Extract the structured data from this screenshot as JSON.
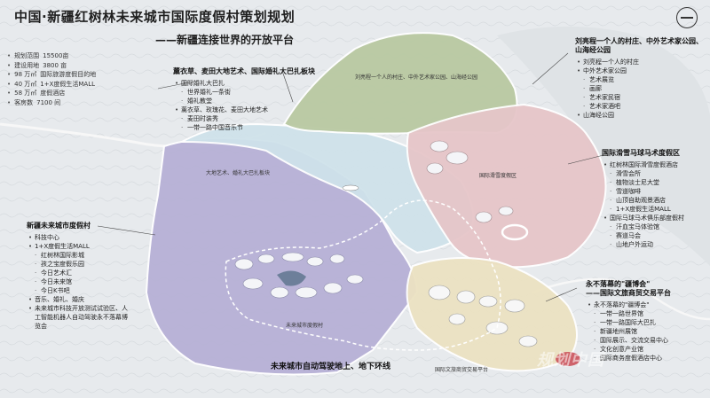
{
  "header": {
    "title": "中国·新疆红树林未来城市国际度假村策划规划",
    "subtitle": "——新疆连接世界的开放平台"
  },
  "stats": [
    {
      "value": "15500亩",
      "label": "规划范围"
    },
    {
      "value": "3800 亩",
      "label": "建设用地"
    },
    {
      "value": "98 万㎡",
      "label": "国际旅游度假目的地"
    },
    {
      "value": "40 万㎡",
      "label": "1+X度假生活MALL"
    },
    {
      "value": "58 万㎡",
      "label": "度假酒店"
    },
    {
      "value": "7100 间",
      "label": "客房数"
    }
  ],
  "blocks": {
    "lavender": {
      "title": "薰衣草、麦田大地艺术、国际婚礼大巴扎板块",
      "items": [
        {
          "text": "国际婚礼大巴扎",
          "sub": false
        },
        {
          "text": "世界婚礼一条街",
          "sub": true
        },
        {
          "text": "婚礼教堂",
          "sub": true
        },
        {
          "text": "薰衣草、玫瑰花、麦田大地艺术",
          "sub": false
        },
        {
          "text": "麦田时装秀",
          "sub": true
        },
        {
          "text": "一带一路中国音乐节",
          "sub": true
        }
      ]
    },
    "liu": {
      "title1": "刘亮程一个人的村庄、中外艺术家公园、",
      "title2": "山海经公园",
      "items": [
        {
          "text": "刘亮程一个人的村庄",
          "sub": false
        },
        {
          "text": "中外艺术家公园",
          "sub": false
        },
        {
          "text": "艺术展览",
          "sub": true
        },
        {
          "text": "画廊",
          "sub": true
        },
        {
          "text": "艺术家民宿",
          "sub": true
        },
        {
          "text": "艺术家酒吧",
          "sub": true
        },
        {
          "text": "山海经公园",
          "sub": false
        }
      ]
    },
    "ski": {
      "title": "国际滑雪马球马术度假区",
      "items": [
        {
          "text": "红树林国际滑雪度假酒店",
          "sub": false
        },
        {
          "text": "滑雪会所",
          "sub": true
        },
        {
          "text": "植物淡士尼大堂",
          "sub": true
        },
        {
          "text": "雪道咖啡",
          "sub": true
        },
        {
          "text": "山顶自助观景酒店",
          "sub": true
        },
        {
          "text": "1+X度假生活MALL",
          "sub": true
        },
        {
          "text": "国际马球马术俱乐部度假村",
          "sub": false
        },
        {
          "text": "汗血宝马体验馆",
          "sub": true
        },
        {
          "text": "赛道马会",
          "sub": true
        },
        {
          "text": "山地户外运动",
          "sub": true
        }
      ]
    },
    "future": {
      "title": "新疆未来城市度假村",
      "items": [
        {
          "text": "科技中心",
          "sub": false
        },
        {
          "text": "1+X度假生活MALL",
          "sub": false
        },
        {
          "text": "红树林国际影城",
          "sub": true
        },
        {
          "text": "孩之宝度假乐园",
          "sub": true
        },
        {
          "text": "今日艺术汇",
          "sub": true
        },
        {
          "text": "今日未来馆",
          "sub": true
        },
        {
          "text": "今日K书吧",
          "sub": true
        },
        {
          "text": "音乐、婚礼、婚庆",
          "sub": false
        },
        {
          "text": "未来城市科技开放测试试验区、人工智能机器人自动驾驶永不落幕博览会",
          "sub": false
        }
      ]
    },
    "fair": {
      "title1": "永不落幕的\"疆博会\"",
      "title2": "——国际文旅商贸交易平台",
      "items": [
        {
          "text": "永不落幕的\"疆博会\"",
          "sub": false
        },
        {
          "text": "一带一路世界馆",
          "sub": true
        },
        {
          "text": "一带一路国际大巴扎",
          "sub": true
        },
        {
          "text": "新疆地州展馆",
          "sub": true
        },
        {
          "text": "国际展示、交流交易中心",
          "sub": true
        },
        {
          "text": "文化创意产业馆",
          "sub": true
        },
        {
          "text": "国际商务度假酒店中心",
          "sub": true
        }
      ]
    }
  },
  "zones": {
    "green": "刘亮程一个人的村庄、中外艺术家公园、山海经公园",
    "blue": "大地艺术、婚礼大巴扎板块",
    "pink": "国际滑雪度假区",
    "purple": "未来城市度假村",
    "yellow": "国际文旅商贸交易平台"
  },
  "loop": "未来城市自动驾驶地上、地下环线",
  "watermark": "规划中国",
  "colors": {
    "lavender": "#b7b1d6",
    "light_blue": "#cfe2ea",
    "green": "#b9c9a2",
    "pink": "#e6c6c9",
    "yellow": "#ece2c2"
  }
}
